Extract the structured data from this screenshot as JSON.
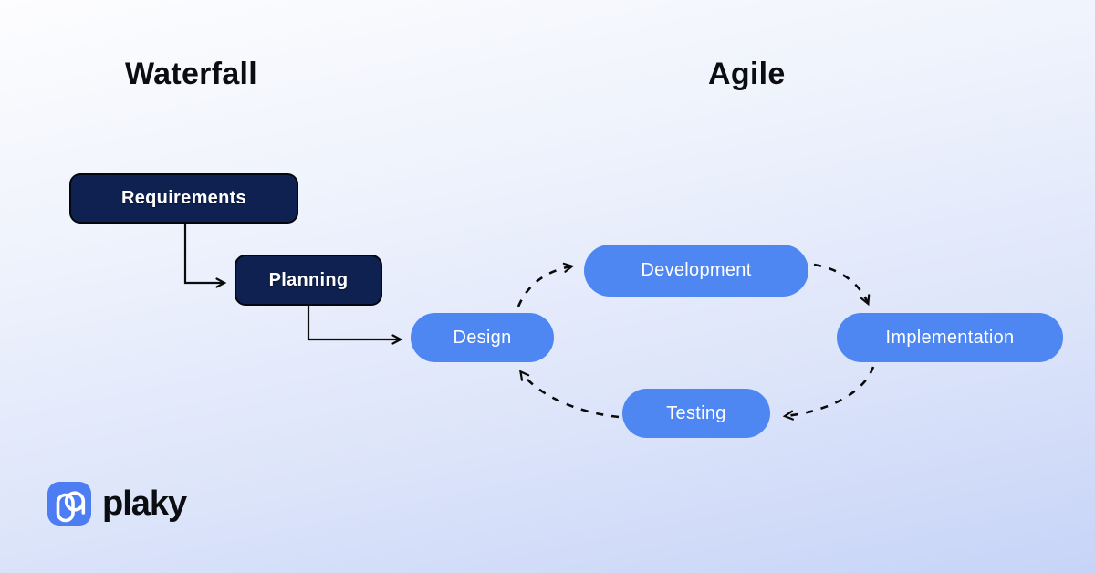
{
  "headings": {
    "waterfall": "Waterfall",
    "agile": "Agile"
  },
  "waterfall_steps": [
    {
      "label": "Requirements"
    },
    {
      "label": "Planning"
    }
  ],
  "agile_cycle": [
    {
      "label": "Design"
    },
    {
      "label": "Development"
    },
    {
      "label": "Implementation"
    },
    {
      "label": "Testing"
    }
  ],
  "connections": {
    "waterfall": [
      {
        "from": "Requirements",
        "to": "Planning",
        "style": "solid-elbow"
      },
      {
        "from": "Planning",
        "to": "Design",
        "style": "solid-elbow"
      }
    ],
    "agile": [
      {
        "from": "Design",
        "to": "Development",
        "style": "dashed-curve"
      },
      {
        "from": "Development",
        "to": "Implementation",
        "style": "dashed-curve"
      },
      {
        "from": "Implementation",
        "to": "Testing",
        "style": "dashed-curve"
      },
      {
        "from": "Testing",
        "to": "Design",
        "style": "dashed-curve"
      }
    ]
  },
  "brand": {
    "wordmark": "plaky"
  },
  "icons": [
    {
      "name": "plaky-logo-icon",
      "shape": "blue rounded square with white interlocked capsule-and-P glyph"
    }
  ],
  "colors": {
    "navy_node": "#0e2150",
    "navy_border": "#04070f",
    "blue_node": "#4e86f2",
    "brand_blue": "#4c7df3",
    "arrow": "#0b0b0c",
    "heading_text": "#0b0d12",
    "bg_top": "#fdfdfe",
    "bg_bottom": "#c7d4f7"
  }
}
